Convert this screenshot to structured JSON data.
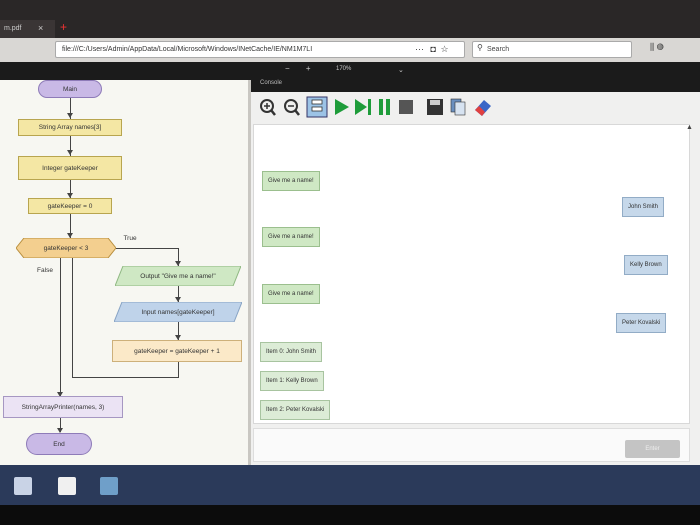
{
  "browser": {
    "tab_label": "m.pdf",
    "tab_close": "×",
    "new_tab": "+",
    "url": "file:///C:/Users/Admin/AppData/Local/Microsoft/Windows/INetCache/IE/NM1M7LI",
    "url_menu": "···",
    "search_placeholder": "Search",
    "zoom_minus": "−",
    "zoom_plus": "+",
    "zoom_level": "170%",
    "dropdown": "⌄"
  },
  "flowchart": {
    "start_label": "Main",
    "declare_array": "String Array names[3]",
    "declare_int": "Integer gateKeeper",
    "assign_init": "gateKeeper = 0",
    "condition": "gateKeeper < 3",
    "true_label": "True",
    "false_label": "False",
    "output_stmt": "Output \"Give me a name!\"",
    "input_stmt": "Input names[gateKeeper]",
    "increment": "gateKeeper = gateKeeper + 1",
    "call_stmt": "StringArrayPrinter(names, 3)",
    "end_label": "End"
  },
  "console": {
    "title": "Console",
    "outputs": [
      "Give me a name!",
      "Give me a name!",
      "Give me a name!"
    ],
    "inputs": [
      "John Smith",
      "Kelly Brown",
      "Peter Kovalski"
    ],
    "items": [
      "Item 0: John Smith",
      "Item 1: Kelly Brown",
      "Item 2: Peter Kovalski"
    ],
    "enter_label": "Enter"
  },
  "colors": {
    "output_bubble": "#cfe8c4",
    "input_bubble": "#c6d8ea",
    "play_green": "#1e9c3a"
  }
}
